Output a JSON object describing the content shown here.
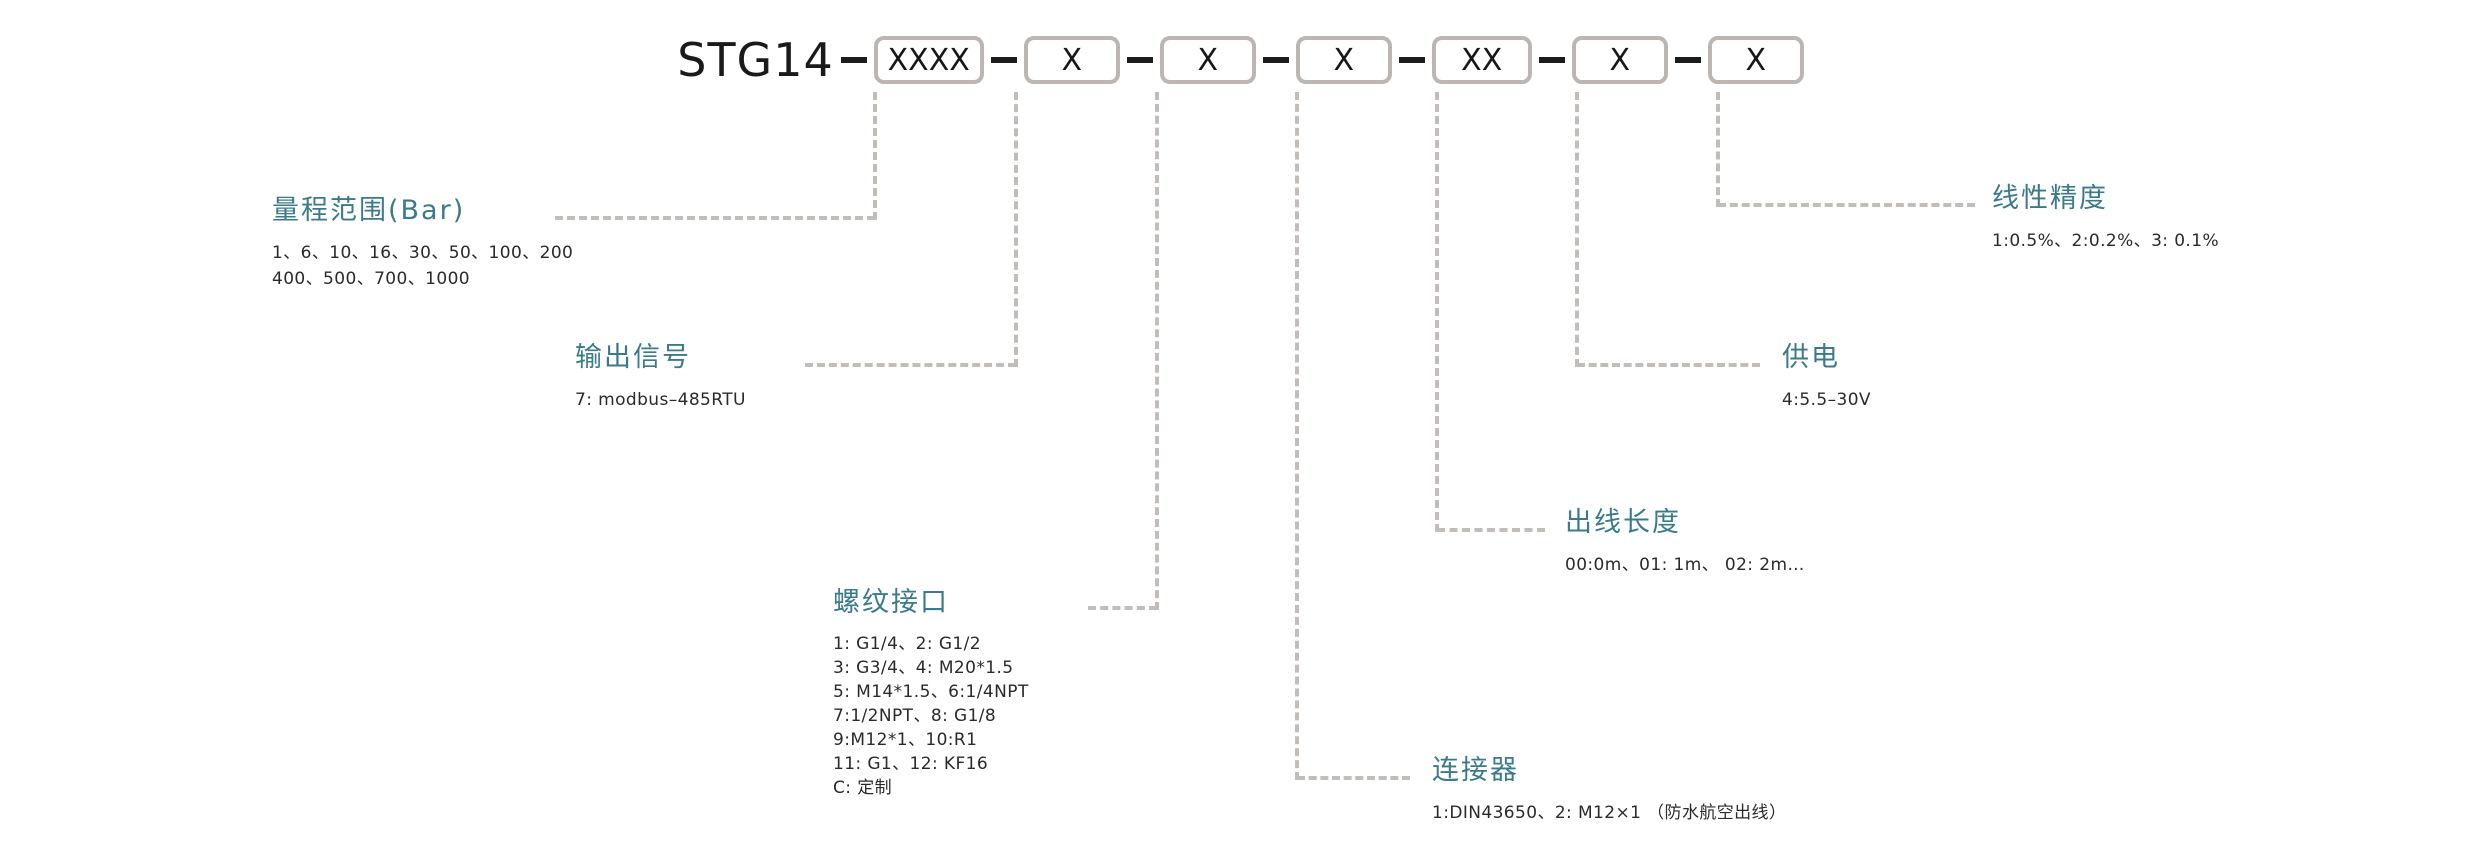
{
  "diagram": {
    "type": "product-model-code-breakdown",
    "accent_color": "#3b7a88",
    "box_border_color": "#bbb6b1",
    "leader_color": "#c2bdb8",
    "text_color": "#1a1a1a"
  },
  "code": {
    "prefix": "STG14",
    "separator": "—",
    "segments": [
      {
        "id": "range",
        "placeholder": "XXXX"
      },
      {
        "id": "output",
        "placeholder": "X"
      },
      {
        "id": "thread",
        "placeholder": "X"
      },
      {
        "id": "connector",
        "placeholder": "X"
      },
      {
        "id": "cable",
        "placeholder": "XX"
      },
      {
        "id": "power",
        "placeholder": "X"
      },
      {
        "id": "accuracy",
        "placeholder": "X"
      }
    ]
  },
  "groups": [
    {
      "key": "range",
      "title": "量程范围(Bar)",
      "options": "1、6、10、16、30、50、100、200\n400、500、700、1000"
    },
    {
      "key": "output",
      "title": "输出信号",
      "options": "7: modbus–485RTU"
    },
    {
      "key": "thread",
      "title": "螺纹接口",
      "options": "1: G1/4、2: G1/2\n3: G3/4、4: M20*1.5\n5: M14*1.5、6:1/4NPT\n7:1/2NPT、8: G1/8\n9:M12*1、10:R1\n11: G1、12: KF16\nC: 定制"
    },
    {
      "key": "connector",
      "title": "连接器",
      "options": "1:DIN43650、2: M12×1  （防水航空出线）"
    },
    {
      "key": "cable",
      "title": "出线长度",
      "options": "00:0m、01: 1m、 02: 2m…"
    },
    {
      "key": "power",
      "title": "供电",
      "options": "4:5.5–30V"
    },
    {
      "key": "accuracy",
      "title": "线性精度",
      "options": "1:0.5%、2:0.2%、3: 0.1%"
    }
  ]
}
